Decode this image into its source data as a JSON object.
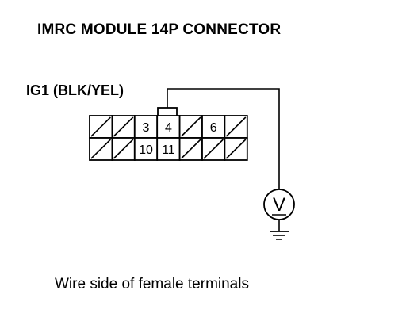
{
  "title": "IMRC MODULE 14P CONNECTOR",
  "wire_label": "IG1 (BLK/YEL)",
  "caption": "Wire side of female terminals",
  "meter_symbol": "V",
  "connector": {
    "rows": [
      [
        "",
        "",
        "3",
        "4",
        "",
        "6",
        ""
      ],
      [
        "",
        "",
        "10",
        "11",
        "",
        "",
        ""
      ]
    ],
    "tested_pin": "4"
  },
  "icons": [
    "voltmeter-icon",
    "ground-icon"
  ]
}
